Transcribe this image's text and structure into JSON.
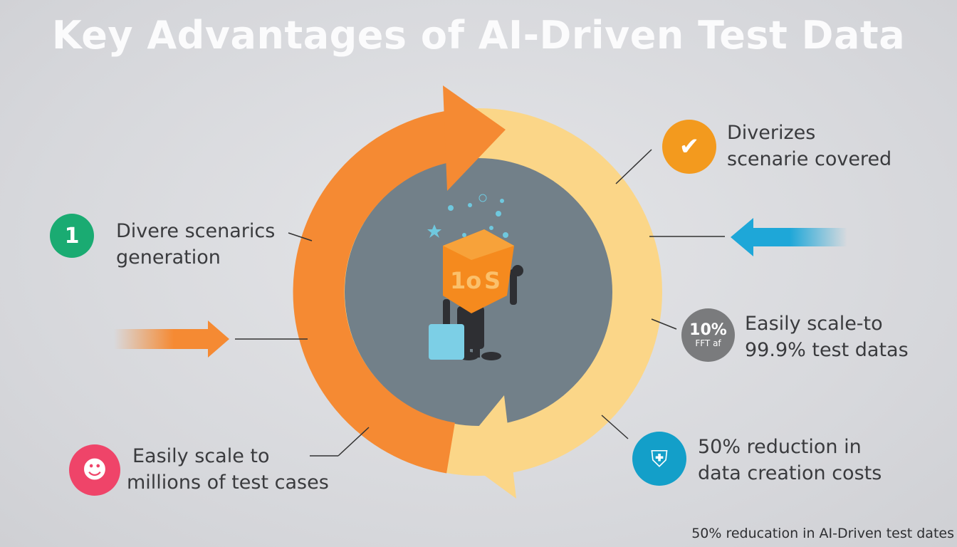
{
  "title": "Key Advantages of AI-Driven Test Data",
  "items": [
    {
      "label_line1": "Divere scenarics",
      "label_line2": "generation",
      "icon": "list-icon",
      "icon_text": "1",
      "color": "#1aab72"
    },
    {
      "label_line1": "Easily scale to",
      "label_line2": "millions of test cases",
      "icon": "user-icon",
      "color": "#ef4469"
    },
    {
      "label_line1": "Diverizes",
      "label_line2": "scenarie covered",
      "icon": "document-check-icon",
      "color": "#f39a1e"
    },
    {
      "label_line1": "Easily scale-to",
      "label_line2": "99.9% test datas",
      "icon": "percent-badge-icon",
      "icon_text": "10%",
      "icon_subtext": "FFT af",
      "color": "#7a7b7d"
    },
    {
      "label_line1": "50% reduction in",
      "label_line2": "data creation costs",
      "icon": "shield-face-icon",
      "color": "#139fc9"
    }
  ],
  "footer": "50% reducation in AI-Driven test dates",
  "colors": {
    "orange": "#f58a33",
    "yellow": "#fbd688",
    "center": "#728089",
    "blue": "#1ea7d8"
  }
}
